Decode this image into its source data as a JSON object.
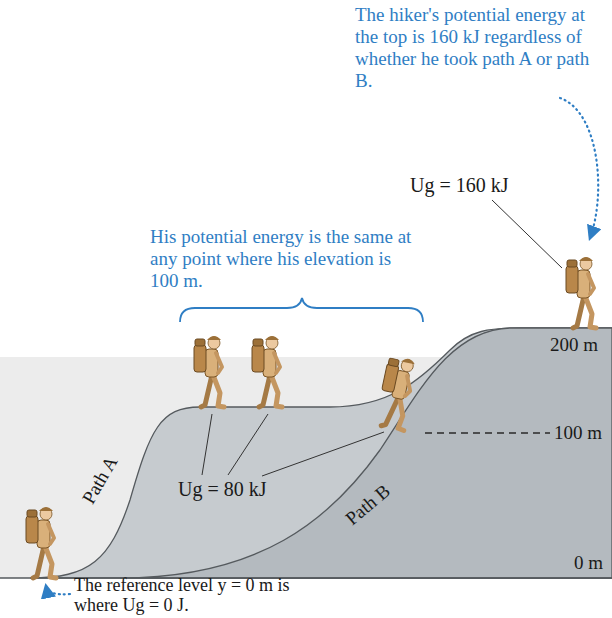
{
  "diagram": {
    "labels": [
      "The hiker's potential energy at the top is 160 kJ regardless of whether he took path A or path B.",
      "Ug = 160 kJ",
      "His potential energy is the same at any point where his elevation is 100 m.",
      "200 m",
      "100 m",
      "Ug = 80 kJ",
      "Path A",
      "Path B",
      "0 m",
      "The reference level y = 0 m is where Ug = 0 J."
    ]
  }
}
